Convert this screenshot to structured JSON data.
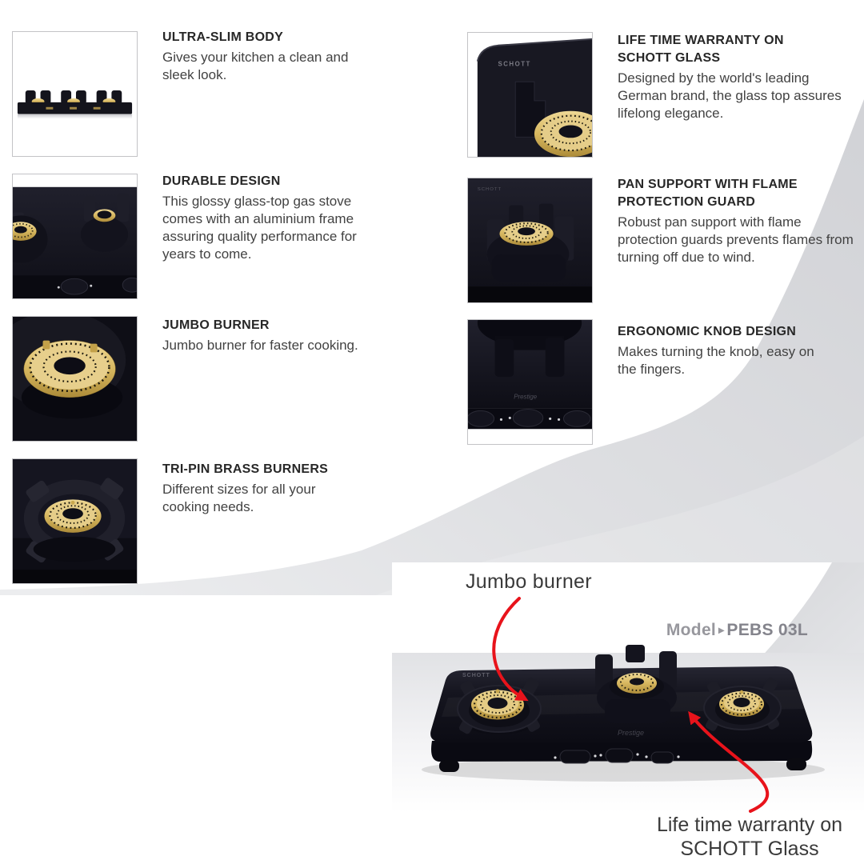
{
  "features_left": [
    {
      "title": "ULTRA-SLIM BODY",
      "description": "Gives your kitchen a clean and sleek look.",
      "image": "ultra-slim-stove-profile-photo"
    },
    {
      "title": "DURABLE DESIGN",
      "description": "This glossy glass-top gas stove comes with an aluminium frame assuring quality performance for years to come.",
      "image": "glass-top-two-burners-photo"
    },
    {
      "title": "JUMBO BURNER",
      "description": "Jumbo burner for faster cooking.",
      "image": "brass-jumbo-burner-photo"
    },
    {
      "title": "TRI-PIN BRASS BURNERS",
      "description": "Different sizes for all your cooking needs.",
      "image": "tri-pin-brass-burner-photo"
    }
  ],
  "features_right": [
    {
      "title": "LIFE TIME WARRANTY ON SCHOTT GLASS",
      "description": "Designed by the world's leading German brand, the glass top assures lifelong elegance.",
      "image": "schott-glass-corner-photo"
    },
    {
      "title": "PAN SUPPORT WITH FLAME PROTECTION GUARD",
      "description": "Robust pan support with flame protection guards prevents flames from turning off due to wind.",
      "image": "pan-support-guard-photo"
    },
    {
      "title": "ERGONOMIC KNOB DESIGN",
      "description": "Makes turning the knob, easy on the fingers.",
      "image": "front-knobs-photo"
    }
  ],
  "product": {
    "annotation_jumbo": "Jumbo burner",
    "annotation_warranty": "Life time warranty on SCHOTT Glass",
    "model_label": "Model",
    "model_separator": "▸",
    "model_value": "PEBS 03L",
    "glass_brand_text": "SCHOTT",
    "brand_logo_text": "Prestige"
  },
  "colors": {
    "accent_red": "#e8131b",
    "swoosh_gray": "#dcdde0",
    "brass": "#d7b75f",
    "stove_black": "#12121b",
    "title_text": "#272727",
    "body_text": "#424242",
    "model_gray": "#97979d"
  }
}
